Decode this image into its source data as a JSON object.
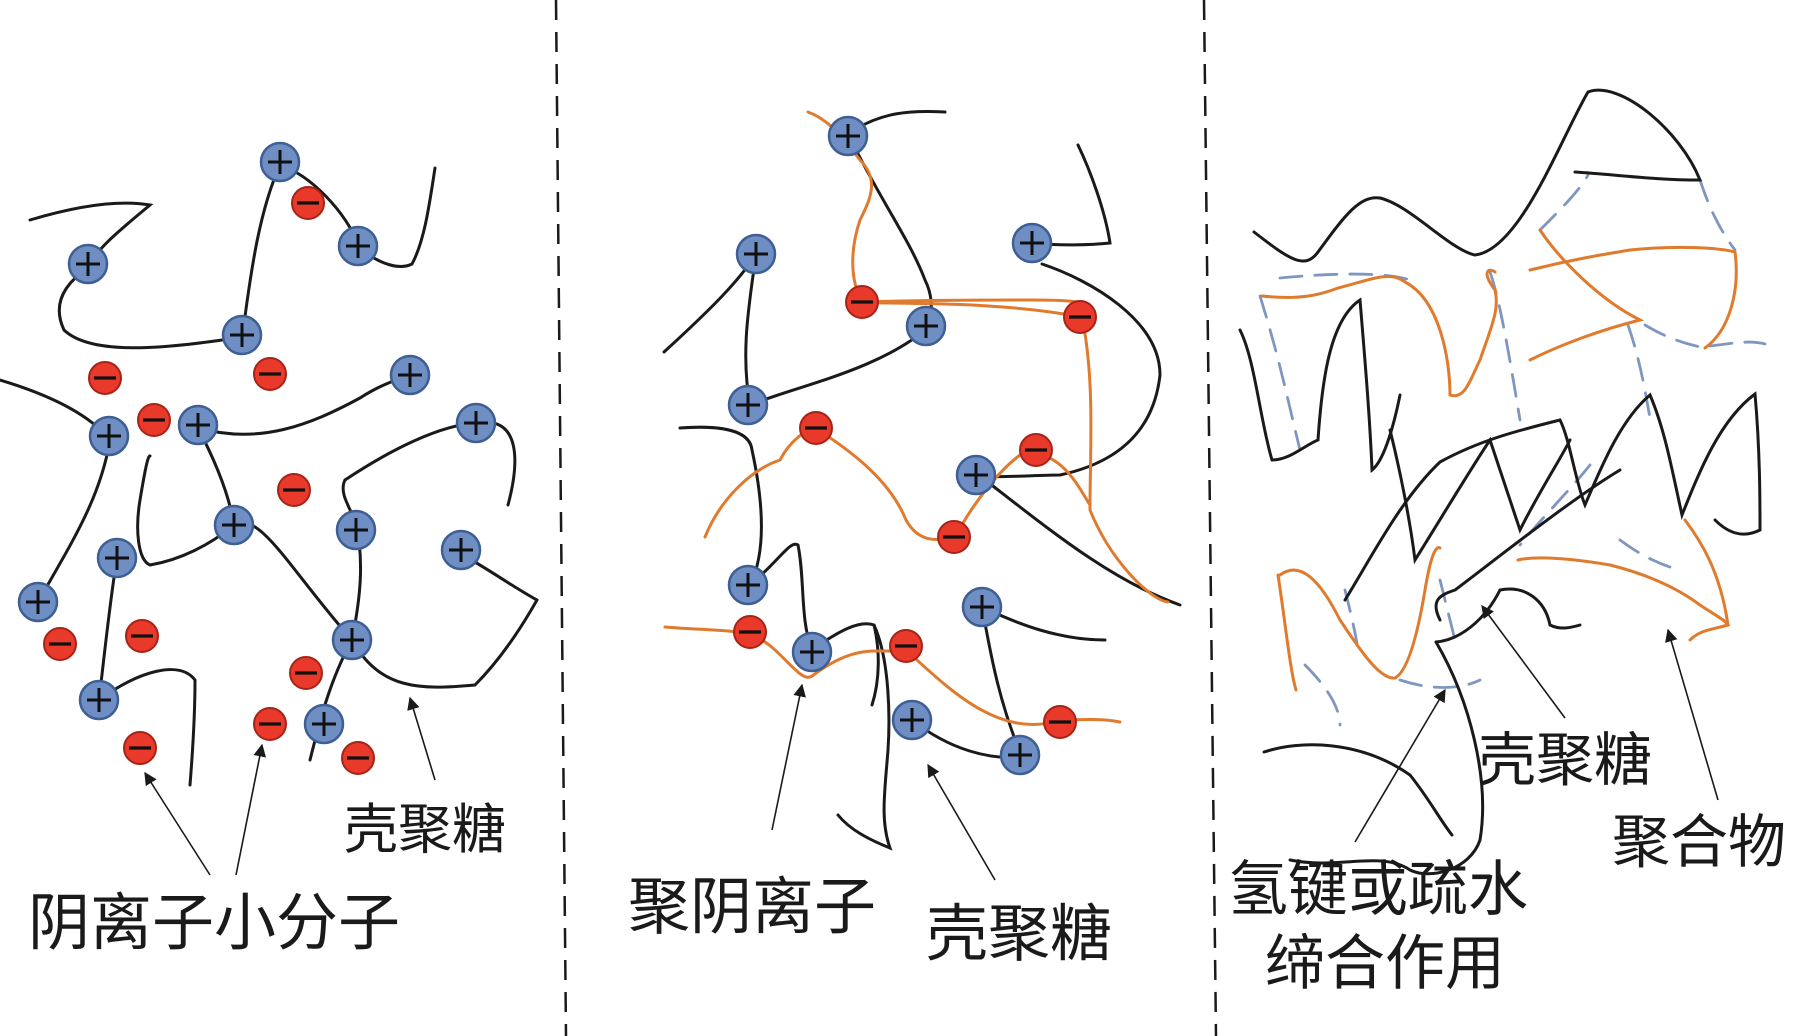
{
  "colors": {
    "chain": "#1a1a1a",
    "polyanion": "#e07b2e",
    "bond": "#7f97c0",
    "cation": "#6f8fc4",
    "anion": "#e8392b",
    "divider": "#1a1a1a"
  },
  "icons": {
    "cation": "plus-circle-icon",
    "anion": "minus-circle-icon"
  },
  "labels": {
    "p1_anion": "阴离子小分子",
    "p1_chitosan": "壳聚糖",
    "p2_polyanion": "聚阴离子",
    "p2_chitosan": "壳聚糖",
    "p3_chitosan": "壳聚糖",
    "p3_polymer": "聚合物",
    "p3_bond_line1": "氢键或疏水",
    "p3_bond_line2": "缔合作用"
  }
}
